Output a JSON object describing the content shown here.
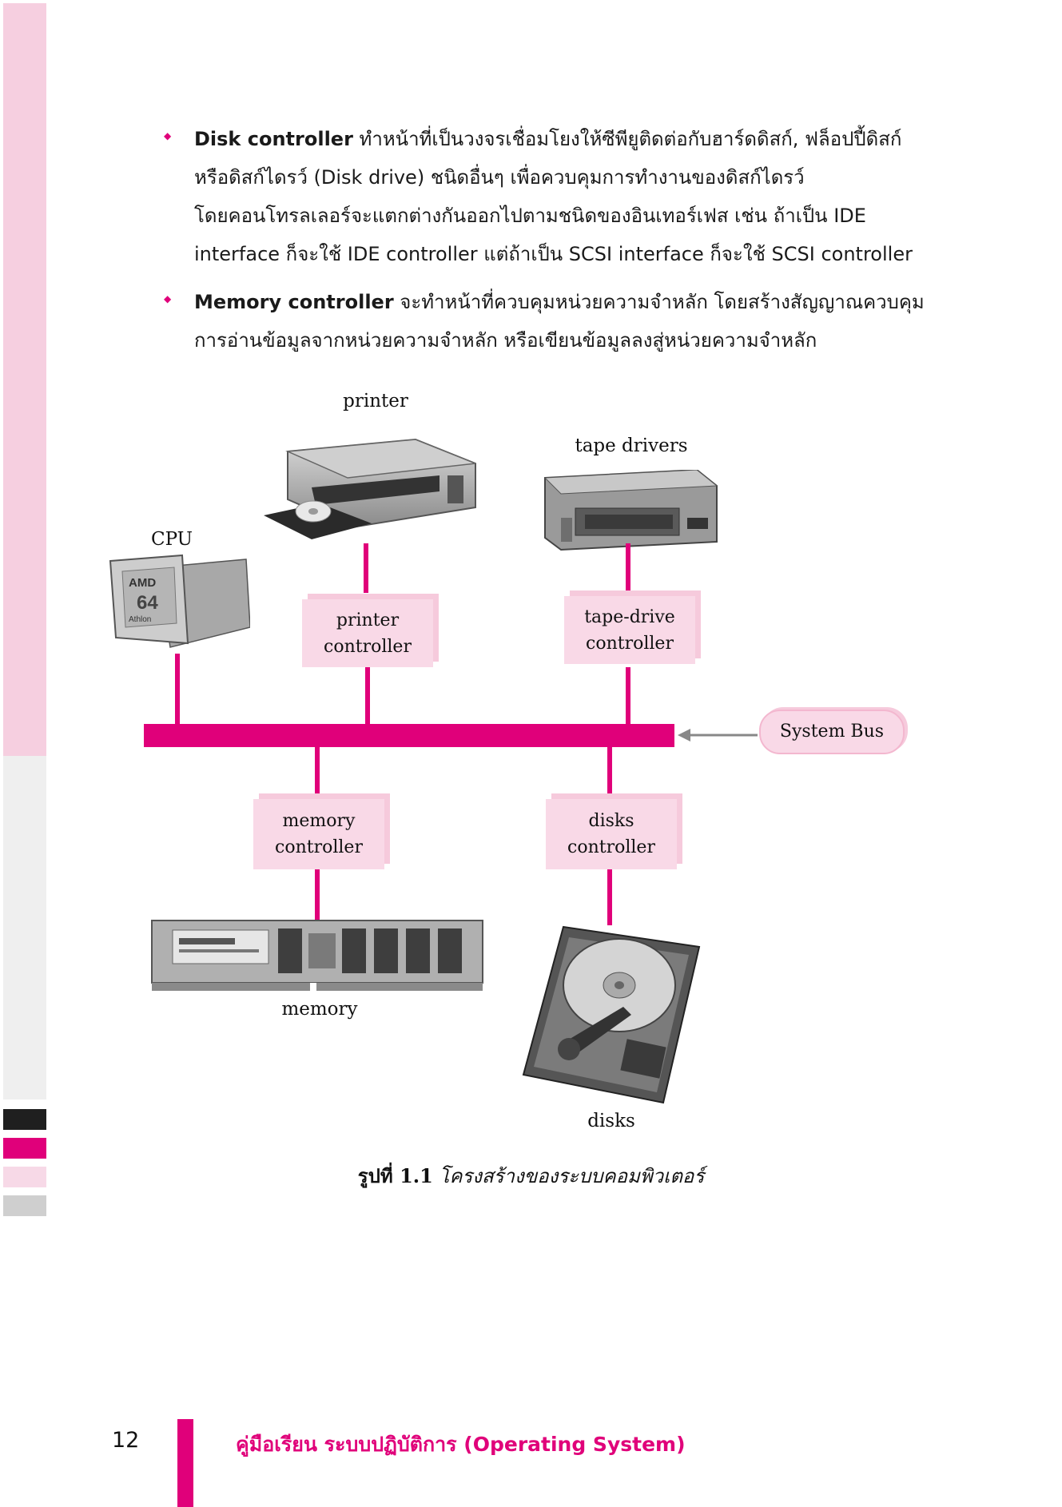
{
  "bullets": [
    {
      "term": "Disk controller",
      "lines": [
        " ทำหน้าที่เป็นวงจรเชื่อมโยงให้ซีพียูติดต่อกับฮาร์ดดิสก์, ฟล็อปปี้ดิสก์",
        "หรือดิสก์ไดรว์ (Disk drive) ชนิดอื่นๆ เพื่อควบคุมการทำงานของดิสก์ไดรว์",
        "โดยคอนโทรลเลอร์จะแตกต่างกันออกไปตามชนิดของอินเทอร์เฟส เช่น ถ้าเป็น IDE",
        "interface ก็จะใช้ IDE controller แต่ถ้าเป็น SCSI interface ก็จะใช้ SCSI controller"
      ]
    },
    {
      "term": "Memory controller",
      "lines": [
        " จะทำหน้าที่ควบคุมหน่วยความจำหลัก โดยสร้างสัญญาณควบคุม",
        "การอ่านข้อมูลจากหน่วยความจำหลัก หรือเขียนข้อมูลลงสู่หน่วยความจำหลัก"
      ]
    }
  ],
  "diagram": {
    "labels": {
      "printer": "printer",
      "tape": "tape drivers",
      "cpu": "CPU",
      "memory": "memory",
      "disks": "disks"
    },
    "boxes": {
      "printer_controller": [
        "printer",
        "controller"
      ],
      "tape_controller": [
        "tape-drive",
        "controller"
      ],
      "memory_controller": [
        "memory",
        "controller"
      ],
      "disks_controller": [
        "disks",
        "controller"
      ]
    },
    "system_bus": "System Bus",
    "cpu_logo": [
      "AMD",
      "64",
      "Athlon"
    ]
  },
  "caption": {
    "prefix": "รูปที่ 1.1",
    "title": " โครงสร้างของระบบคอมพิวเตอร์"
  },
  "footer": {
    "page": "12",
    "title": "คู่มือเรียน ระบบปฏิบัติการ (Operating System)"
  },
  "colors": {
    "accent": "#e0007a",
    "box_fill": "#f9d9e7",
    "margin_pink": "#f6cfe0"
  }
}
